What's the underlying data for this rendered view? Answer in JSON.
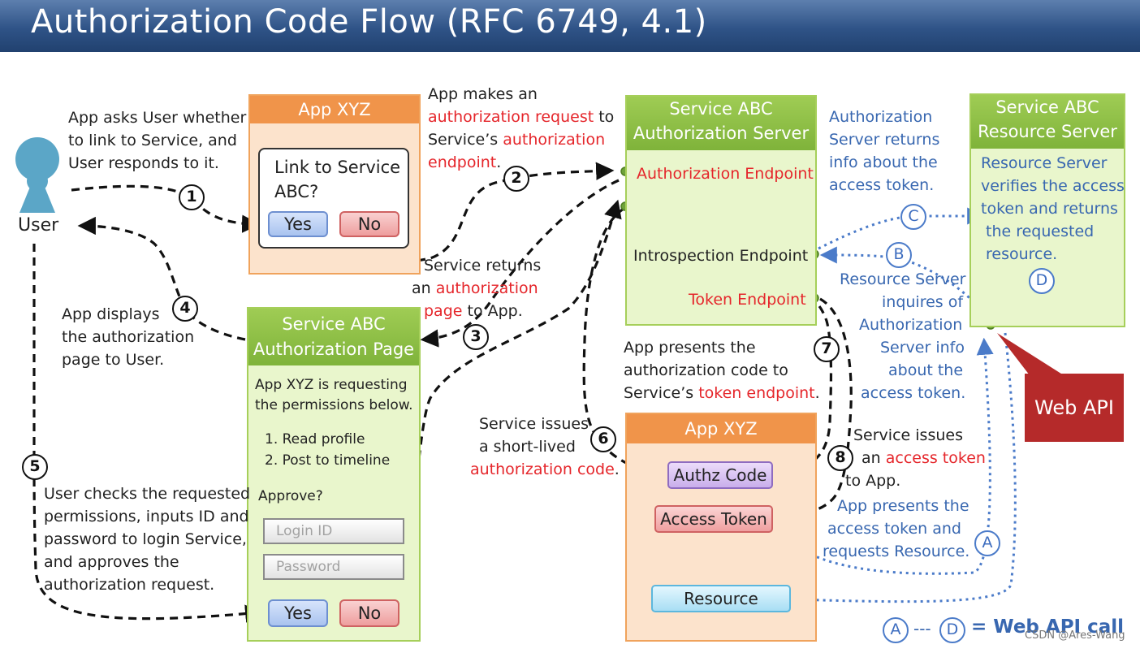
{
  "title": "Authorization Code Flow   (RFC 6749, 4.1)",
  "user": {
    "label": "User",
    "desc": [
      "App asks User whether",
      "to link to Service, and",
      "User responds to it."
    ]
  },
  "app_dialog": {
    "header": "App XYZ",
    "question": [
      "Link to Service",
      "ABC?"
    ],
    "yes": "Yes",
    "no": "No"
  },
  "step2": {
    "line1": "App makes an",
    "line2_red": "authorization request",
    "line2_black": " to",
    "line3_black": "Service’s ",
    "line3_red": "authorization",
    "line4_red": "endpoint",
    "line4_black": "."
  },
  "auth_server": {
    "header": [
      "Service ABC",
      "Authorization Server"
    ],
    "authorization_endpoint": "Authorization Endpoint",
    "introspection_endpoint": "Introspection Endpoint",
    "token_endpoint": "Token Endpoint"
  },
  "c_note": [
    "Authorization",
    "Server returns",
    "info about the",
    "access token."
  ],
  "resource_server": {
    "header": [
      "Service ABC",
      "Resource Server"
    ],
    "desc": [
      "Resource Server",
      "verifies the access",
      "token and returns",
      "the requested",
      "resource."
    ]
  },
  "step3": {
    "line1": "Service returns",
    "line2_black": "an ",
    "line2_red": "authorization",
    "line3_red": "page",
    "line3_black": " to App."
  },
  "step4": [
    "App displays",
    "the authorization",
    "page to User."
  ],
  "auth_page": {
    "header": [
      "Service ABC",
      "Authorization Page"
    ],
    "request": [
      "App XYZ is requesting",
      "the permissions below."
    ],
    "permissions": [
      "1. Read profile",
      "2. Post to timeline"
    ],
    "approve": "Approve?",
    "login_placeholder": "Login ID",
    "password_placeholder": "Password",
    "yes": "Yes",
    "no": "No"
  },
  "step5": [
    "User checks the requested",
    "permissions, inputs ID and",
    "password to login Service,",
    "and approves the",
    "authorization request."
  ],
  "b_note": [
    "Resource Server",
    "inquires of",
    "Authorization",
    "Server info",
    "about the",
    "access token."
  ],
  "web_api": "Web API",
  "step7": {
    "line1": "App presents the",
    "line2": "authorization code to",
    "line3_black": "Service’s ",
    "line3_red": "token endpoint",
    "line3_end": "."
  },
  "step6": {
    "line1": "Service issues",
    "line2": "a short-lived",
    "line3_red": "authorization code",
    "line3_black": "."
  },
  "app_xyz": {
    "header": "App XYZ",
    "authz_code": "Authz Code",
    "access_token": "Access Token",
    "resource": "Resource"
  },
  "step8": {
    "line1": "Service issues",
    "line2_black": "an ",
    "line2_red": "access token",
    "line3": "to App."
  },
  "a_note": [
    "App presents the",
    "access token and",
    "requests Resource."
  ],
  "steps": {
    "s1": "1",
    "s2": "2",
    "s3": "3",
    "s4": "4",
    "s5": "5",
    "s6": "6",
    "s7": "7",
    "s8": "8",
    "sa": "A",
    "sb": "B",
    "sc": "C",
    "sd": "D"
  },
  "legend": {
    "from": "A",
    "dash": "---",
    "to": "D",
    "text": "= Web API call"
  },
  "watermark": "CSDN @Ares-Wang",
  "colors": {
    "title_bar": "#2f5387",
    "orange": "#f0944a",
    "green": "#8cbf45",
    "red_text": "#e5262b",
    "blue_text": "#3867b0",
    "web_api": "#b52a2a"
  }
}
